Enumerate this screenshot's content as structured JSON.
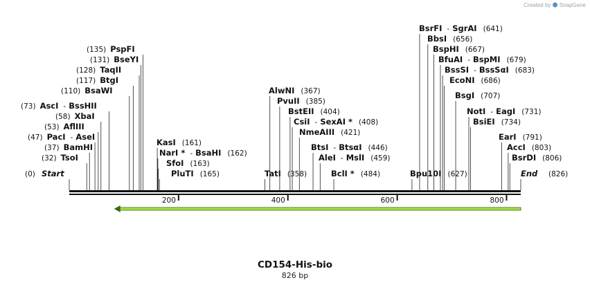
{
  "credit": {
    "prefix": "Created by",
    "brand": "SnapGene"
  },
  "plasmid": {
    "name": "CD154-His-bio",
    "length_text": "826 bp",
    "length": 826
  },
  "start_label": {
    "name": "Start",
    "position": 0,
    "pos_text": "(0)"
  },
  "end_label": {
    "name": "End",
    "position": 826,
    "pos_text": "(826)"
  },
  "ruler": [
    {
      "label": "200",
      "value": 200
    },
    {
      "label": "400",
      "value": 400
    },
    {
      "label": "600",
      "value": 600
    },
    {
      "label": "800",
      "value": 800
    }
  ],
  "feature": {
    "start": 82,
    "end": 826,
    "direction": "reverse",
    "color": "#a6e049"
  },
  "sites": [
    {
      "names": [
        "TsoI"
      ],
      "position": 32,
      "pos_text": "(32)"
    },
    {
      "names": [
        "BamHI"
      ],
      "position": 37,
      "pos_text": "(37)"
    },
    {
      "names": [
        "PacI",
        "AseI"
      ],
      "position": 47,
      "pos_text": "(47)"
    },
    {
      "names": [
        "AflIII"
      ],
      "position": 53,
      "pos_text": "(53)"
    },
    {
      "names": [
        "XbaI"
      ],
      "position": 58,
      "pos_text": "(58)"
    },
    {
      "names": [
        "AscI",
        "BssHII"
      ],
      "position": 73,
      "pos_text": "(73)"
    },
    {
      "names": [
        "BsaWI"
      ],
      "position": 110,
      "pos_text": "(110)"
    },
    {
      "names": [
        "BtgI"
      ],
      "position": 117,
      "pos_text": "(117)"
    },
    {
      "names": [
        "TaqII"
      ],
      "position": 128,
      "pos_text": "(128)"
    },
    {
      "names": [
        "BseYI"
      ],
      "position": 131,
      "pos_text": "(131)"
    },
    {
      "names": [
        "PspFI"
      ],
      "position": 135,
      "pos_text": "(135)"
    },
    {
      "names": [
        "KasI"
      ],
      "position": 161,
      "pos_text": "(161)"
    },
    {
      "names": [
        "NarI *",
        "BsaHI"
      ],
      "position": 162,
      "pos_text": "(162)"
    },
    {
      "names": [
        "SfoI"
      ],
      "position": 163,
      "pos_text": "(163)"
    },
    {
      "names": [
        "PluTI"
      ],
      "position": 165,
      "pos_text": "(165)"
    },
    {
      "names": [
        "TatI"
      ],
      "position": 358,
      "pos_text": "(358)"
    },
    {
      "names": [
        "AlwNI"
      ],
      "position": 367,
      "pos_text": "(367)"
    },
    {
      "names": [
        "PvuII"
      ],
      "position": 385,
      "pos_text": "(385)"
    },
    {
      "names": [
        "BstEII"
      ],
      "position": 404,
      "pos_text": "(404)"
    },
    {
      "names": [
        "CsiI",
        "SexAI *"
      ],
      "position": 408,
      "pos_text": "(408)"
    },
    {
      "names": [
        "NmeAIII"
      ],
      "position": 421,
      "pos_text": "(421)"
    },
    {
      "names": [
        "BtsI",
        "BtsαI"
      ],
      "position": 446,
      "pos_text": "(446)"
    },
    {
      "names": [
        "AleI",
        "MslI"
      ],
      "position": 459,
      "pos_text": "(459)"
    },
    {
      "names": [
        "BclI *"
      ],
      "position": 484,
      "pos_text": "(484)"
    },
    {
      "names": [
        "Bpu10I"
      ],
      "position": 627,
      "pos_text": "(627)"
    },
    {
      "names": [
        "BsrFI",
        "SgrAI"
      ],
      "position": 641,
      "pos_text": "(641)"
    },
    {
      "names": [
        "BbsI"
      ],
      "position": 656,
      "pos_text": "(656)"
    },
    {
      "names": [
        "BspHI"
      ],
      "position": 667,
      "pos_text": "(667)"
    },
    {
      "names": [
        "BfuAI",
        "BspMI"
      ],
      "position": 679,
      "pos_text": "(679)"
    },
    {
      "names": [
        "BssSI",
        "BssSαI"
      ],
      "position": 683,
      "pos_text": "(683)"
    },
    {
      "names": [
        "EcoNI"
      ],
      "position": 686,
      "pos_text": "(686)"
    },
    {
      "names": [
        "BsgI"
      ],
      "position": 707,
      "pos_text": "(707)"
    },
    {
      "names": [
        "NotI",
        "EagI"
      ],
      "position": 731,
      "pos_text": "(731)"
    },
    {
      "names": [
        "BsiEI"
      ],
      "position": 734,
      "pos_text": "(734)"
    },
    {
      "names": [
        "EarI"
      ],
      "position": 791,
      "pos_text": "(791)"
    },
    {
      "names": [
        "AccI"
      ],
      "position": 803,
      "pos_text": "(803)"
    },
    {
      "names": [
        "BsrDI"
      ],
      "position": 806,
      "pos_text": "(806)"
    }
  ]
}
